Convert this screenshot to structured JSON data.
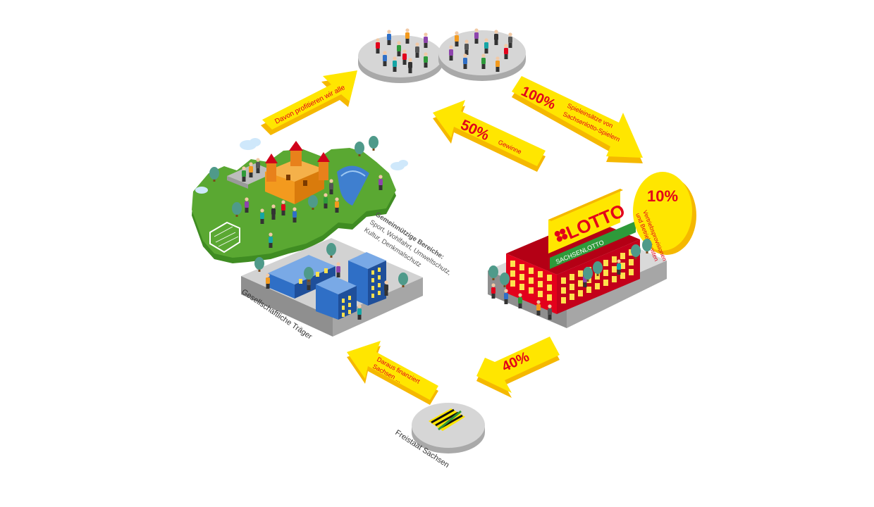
{
  "arrows": {
    "top_left": {
      "text": "Davon profitieren wir alle"
    },
    "gewinne": {
      "percent": "50%",
      "text": "Gewinne"
    },
    "spieleinsaetze": {
      "percent": "100%",
      "line1": "Spieleinsätze von",
      "line2": "Sachsenlotto-Spielern"
    },
    "to_state": {
      "percent": "40%"
    },
    "from_state": {
      "line1": "Daraus finanziert",
      "line2": "Sachsen ..."
    }
  },
  "lotto": {
    "sign": "LOTTO",
    "band": "SACHSENLOTTO",
    "badge_percent": "10%",
    "badge_line1": "Vertriebsprovisionen",
    "badge_line2": "und Betriebskosten"
  },
  "gemeinnuetzig": {
    "heading": "Gemeinnützige Bereiche:",
    "line1": "Sport, Wohlfahrt, Umweltschutz,",
    "line2": "Kultur, Denkmalschutz"
  },
  "traeger_label": "Gesellschaftliche Träger",
  "state_label": "Freistaat Sachsen",
  "colors": {
    "arrow_yellow": "#ffe600",
    "arrow_side": "#f5b800",
    "text_red": "#e2001a",
    "lotto_red": "#e3001b",
    "map_green": "#5aa832",
    "building_blue": "#2f6fc6",
    "platform_grey": "#cfcfcf"
  },
  "icons": [
    "people-group-icon",
    "castle-icon",
    "tree-icon",
    "saxony-coat-of-arms-icon",
    "lotto-clover-icon"
  ]
}
